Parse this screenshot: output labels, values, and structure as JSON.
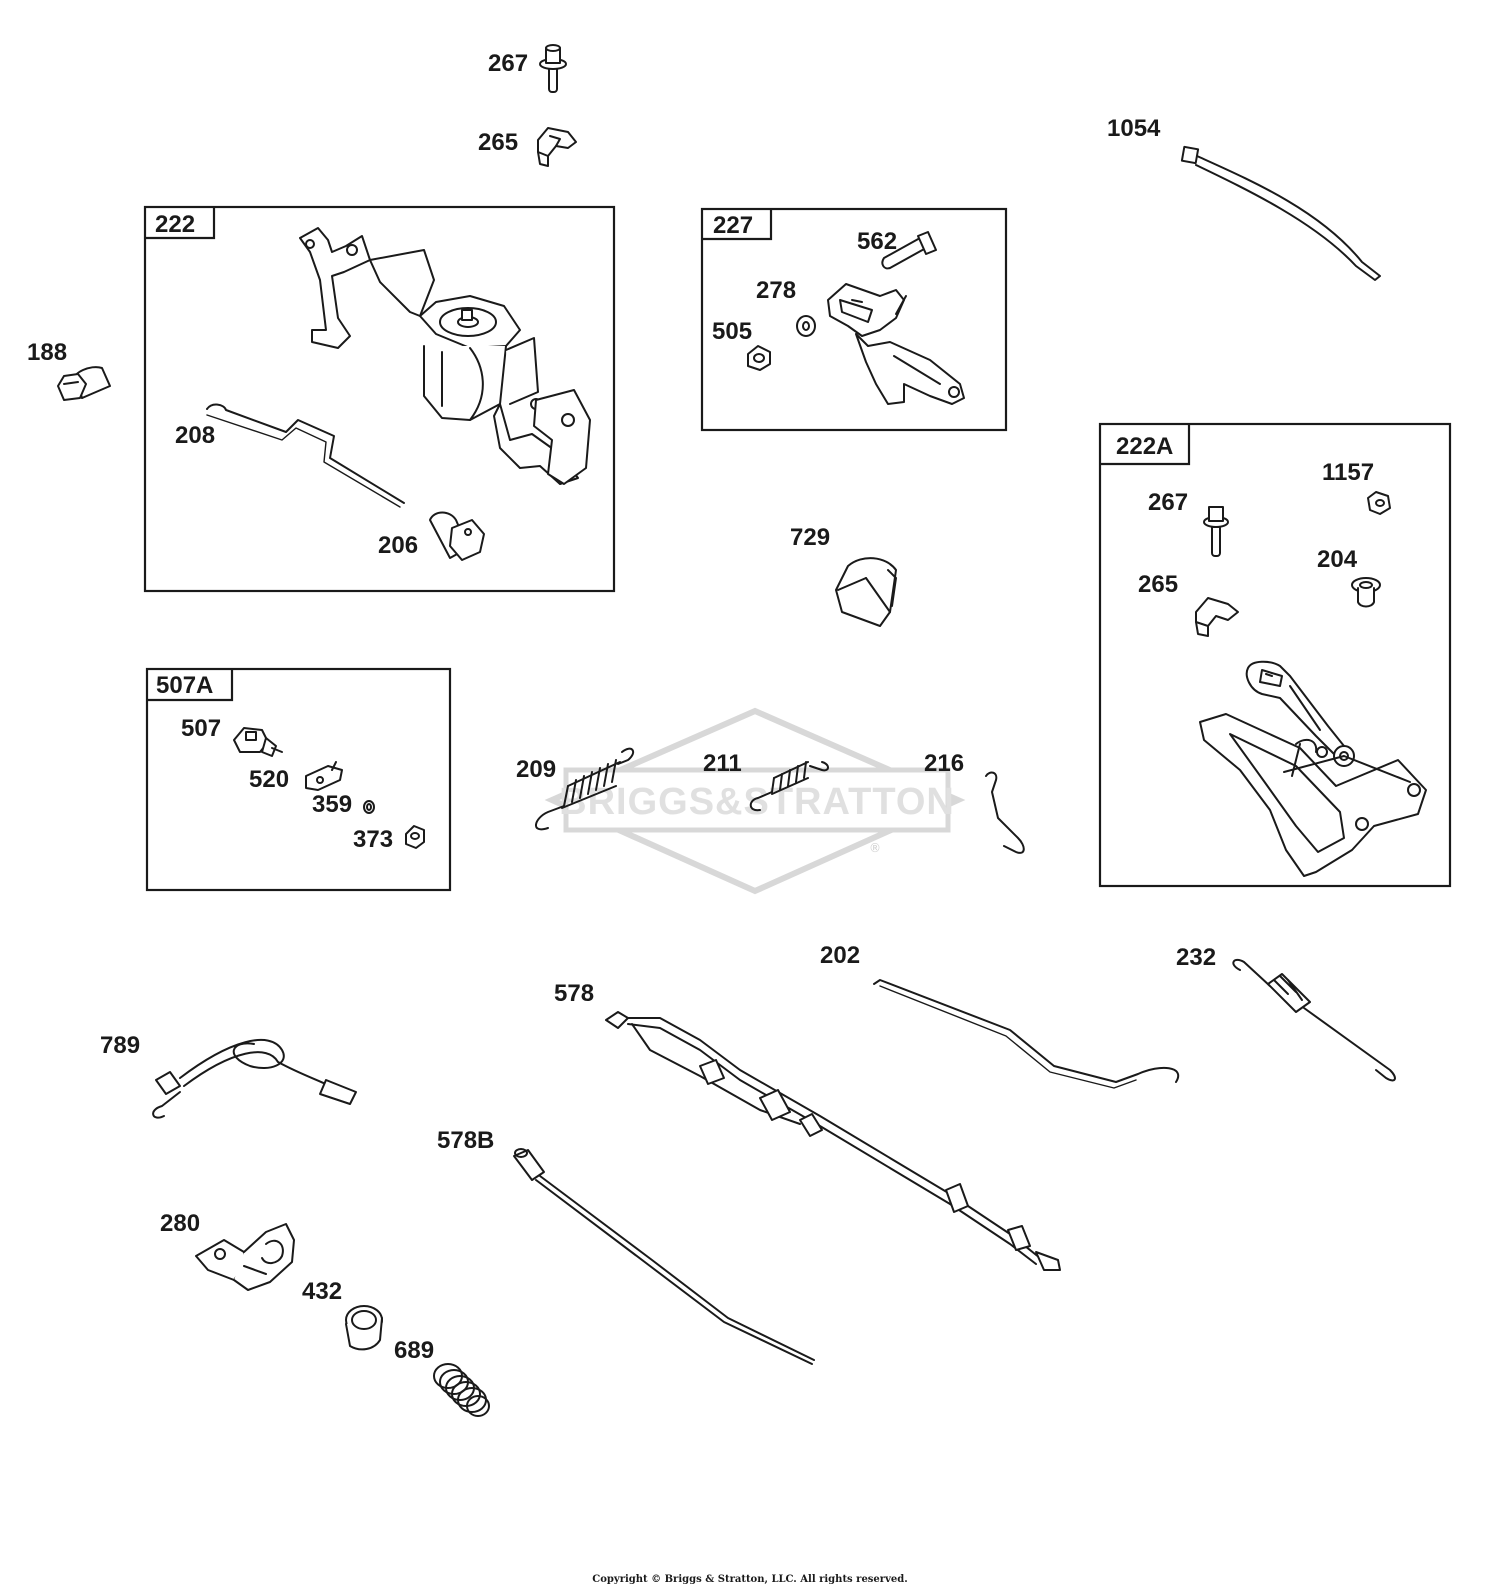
{
  "watermark": {
    "brand": "BRIGGS&STRATTON",
    "mark": "®"
  },
  "copyright": "Copyright © Briggs & Stratton, LLC. All rights reserved.",
  "boxes": [
    {
      "id": "222",
      "label": "222"
    },
    {
      "id": "227",
      "label": "227"
    },
    {
      "id": "222A",
      "label": "222A"
    },
    {
      "id": "507A",
      "label": "507A"
    }
  ],
  "parts": [
    {
      "id": "267_top",
      "label": "267"
    },
    {
      "id": "265_top",
      "label": "265"
    },
    {
      "id": "1054",
      "label": "1054"
    },
    {
      "id": "188",
      "label": "188"
    },
    {
      "id": "208",
      "label": "208"
    },
    {
      "id": "206",
      "label": "206"
    },
    {
      "id": "562",
      "label": "562"
    },
    {
      "id": "278",
      "label": "278"
    },
    {
      "id": "505",
      "label": "505"
    },
    {
      "id": "1157",
      "label": "1157"
    },
    {
      "id": "267_box",
      "label": "267"
    },
    {
      "id": "204",
      "label": "204"
    },
    {
      "id": "265_box",
      "label": "265"
    },
    {
      "id": "729",
      "label": "729"
    },
    {
      "id": "507",
      "label": "507"
    },
    {
      "id": "520",
      "label": "520"
    },
    {
      "id": "359",
      "label": "359"
    },
    {
      "id": "373",
      "label": "373"
    },
    {
      "id": "209",
      "label": "209"
    },
    {
      "id": "211",
      "label": "211"
    },
    {
      "id": "216",
      "label": "216"
    },
    {
      "id": "202",
      "label": "202"
    },
    {
      "id": "232",
      "label": "232"
    },
    {
      "id": "578",
      "label": "578"
    },
    {
      "id": "789",
      "label": "789"
    },
    {
      "id": "578B",
      "label": "578B"
    },
    {
      "id": "280",
      "label": "280"
    },
    {
      "id": "432",
      "label": "432"
    },
    {
      "id": "689",
      "label": "689"
    }
  ]
}
